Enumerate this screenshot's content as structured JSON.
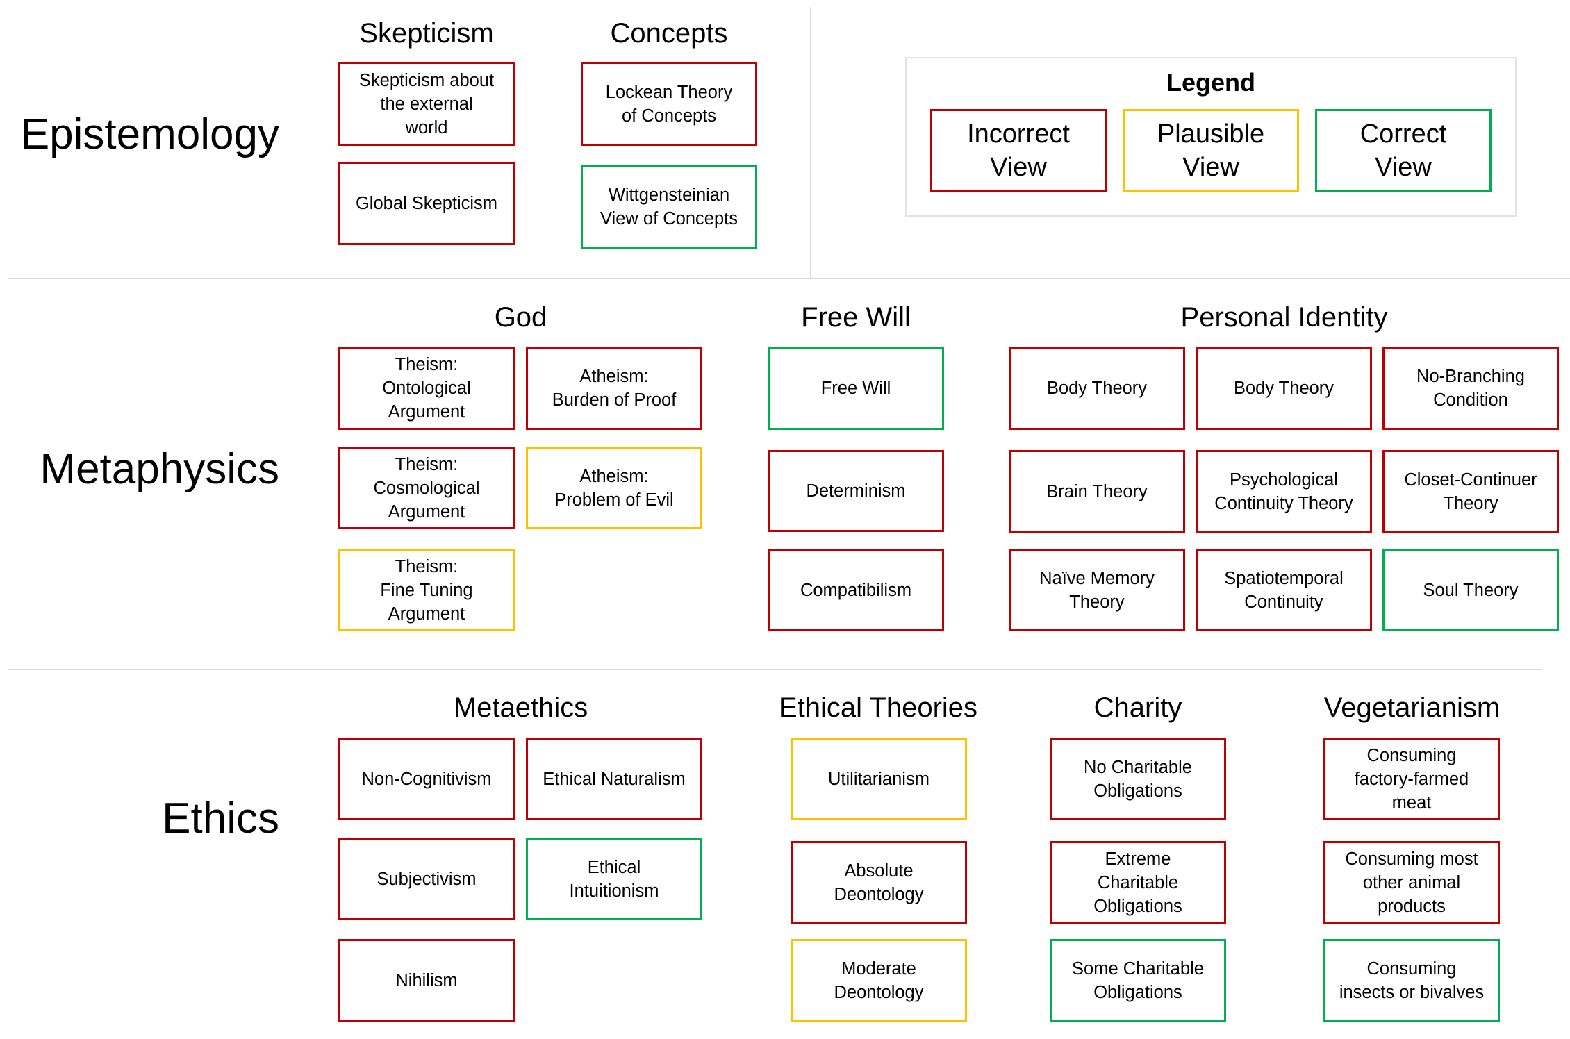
{
  "colors": {
    "incorrect": "#c00000",
    "plausible": "#ffc000",
    "correct": "#00b050",
    "divider": "#d9d9d9",
    "legend_border": "#e3e3e3"
  },
  "areas": {
    "epistemology": "Epistemology",
    "metaphysics": "Metaphysics",
    "ethics": "Ethics"
  },
  "legend": {
    "title": "Legend",
    "items": [
      {
        "label": "Incorrect\nView",
        "status": "incorrect"
      },
      {
        "label": "Plausible\nView",
        "status": "plausible"
      },
      {
        "label": "Correct\nView",
        "status": "correct"
      }
    ]
  },
  "groups": {
    "skepticism": {
      "title": "Skepticism",
      "items": [
        {
          "label": "Skepticism about\nthe external\nworld",
          "status": "incorrect"
        },
        {
          "label": "Global Skepticism",
          "status": "incorrect"
        }
      ]
    },
    "concepts": {
      "title": "Concepts",
      "items": [
        {
          "label": "Lockean Theory\nof Concepts",
          "status": "incorrect"
        },
        {
          "label": "Wittgensteinian\nView of Concepts",
          "status": "correct"
        }
      ]
    },
    "god": {
      "title": "God",
      "items": [
        {
          "label": "Theism:\nOntological\nArgument",
          "status": "incorrect"
        },
        {
          "label": "Atheism:\nBurden of Proof",
          "status": "incorrect"
        },
        {
          "label": "Theism:\nCosmological\nArgument",
          "status": "incorrect"
        },
        {
          "label": "Atheism:\nProblem of Evil",
          "status": "plausible"
        },
        {
          "label": "Theism:\nFine Tuning\nArgument",
          "status": "plausible"
        }
      ]
    },
    "free_will": {
      "title": "Free Will",
      "items": [
        {
          "label": "Free Will",
          "status": "correct"
        },
        {
          "label": "Determinism",
          "status": "incorrect"
        },
        {
          "label": "Compatibilism",
          "status": "incorrect"
        }
      ]
    },
    "personal_identity": {
      "title": "Personal Identity",
      "items": [
        {
          "label": "Body Theory",
          "status": "incorrect"
        },
        {
          "label": "Body Theory",
          "status": "incorrect"
        },
        {
          "label": "No-Branching\nCondition",
          "status": "incorrect"
        },
        {
          "label": "Brain Theory",
          "status": "incorrect"
        },
        {
          "label": "Psychological\nContinuity Theory",
          "status": "incorrect"
        },
        {
          "label": "Closet-Continuer\nTheory",
          "status": "incorrect"
        },
        {
          "label": "Naïve Memory\nTheory",
          "status": "incorrect"
        },
        {
          "label": "Spatiotemporal\nContinuity",
          "status": "incorrect"
        },
        {
          "label": "Soul Theory",
          "status": "correct"
        }
      ]
    },
    "metaethics": {
      "title": "Metaethics",
      "items": [
        {
          "label": "Non-Cognitivism",
          "status": "incorrect"
        },
        {
          "label": "Ethical Naturalism",
          "status": "incorrect"
        },
        {
          "label": "Subjectivism",
          "status": "incorrect"
        },
        {
          "label": "Ethical\nIntuitionism",
          "status": "correct"
        },
        {
          "label": "Nihilism",
          "status": "incorrect"
        }
      ]
    },
    "ethical_theories": {
      "title": "Ethical Theories",
      "items": [
        {
          "label": "Utilitarianism",
          "status": "plausible"
        },
        {
          "label": "Absolute\nDeontology",
          "status": "incorrect"
        },
        {
          "label": "Moderate\nDeontology",
          "status": "plausible"
        }
      ]
    },
    "charity": {
      "title": "Charity",
      "items": [
        {
          "label": "No Charitable\nObligations",
          "status": "incorrect"
        },
        {
          "label": "Extreme\nCharitable\nObligations",
          "status": "incorrect"
        },
        {
          "label": "Some Charitable\nObligations",
          "status": "correct"
        }
      ]
    },
    "vegetarianism": {
      "title": "Vegetarianism",
      "items": [
        {
          "label": "Consuming\nfactory-farmed\nmeat",
          "status": "incorrect"
        },
        {
          "label": "Consuming most\nother animal\nproducts",
          "status": "incorrect"
        },
        {
          "label": "Consuming\ninsects or bivalves",
          "status": "correct"
        }
      ]
    }
  }
}
